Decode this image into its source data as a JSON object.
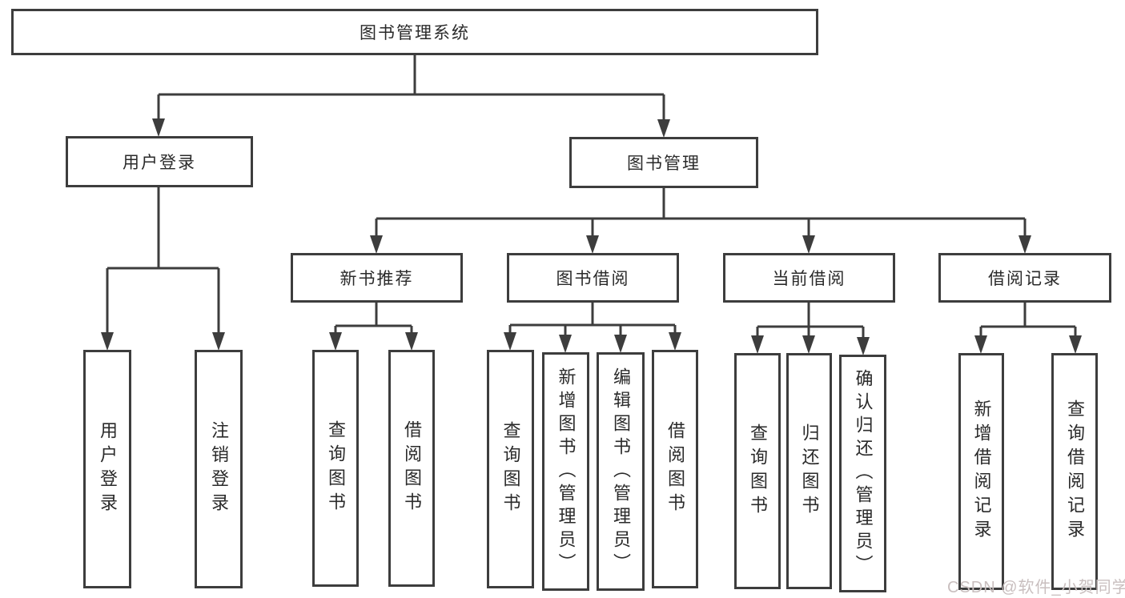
{
  "diagram_title": "图书管理系统",
  "nodes": {
    "root": {
      "label": "图书管理系统"
    },
    "user_login": {
      "label": "用户登录"
    },
    "book_mgmt": {
      "label": "图书管理"
    },
    "new_book_rec": {
      "label": "新书推荐"
    },
    "book_borrow": {
      "label": "图书借阅"
    },
    "current_borrow": {
      "label": "当前借阅"
    },
    "borrow_records": {
      "label": "借阅记录"
    },
    "leaf_user_login": {
      "label": "用户登录"
    },
    "leaf_logout": {
      "label": "注销登录"
    },
    "leaf_query_books_rec": {
      "label": "查询图书"
    },
    "leaf_borrow_books_rec": {
      "label": "借阅图书"
    },
    "leaf_query_books_borrow": {
      "label": "查询图书"
    },
    "leaf_add_books": {
      "label": "新增图书（管理员）"
    },
    "leaf_edit_books": {
      "label": "编辑图书（管理员）"
    },
    "leaf_borrow_books": {
      "label": "借阅图书"
    },
    "leaf_query_books_current": {
      "label": "查询图书"
    },
    "leaf_return_books": {
      "label": "归还图书"
    },
    "leaf_confirm_return": {
      "label": "确认归还（管理员）"
    },
    "leaf_add_borrow_record": {
      "label": "新增借阅记录"
    },
    "leaf_query_borrow_record": {
      "label": "查询借阅记录"
    }
  },
  "hierarchy": {
    "图书管理系统": {
      "用户登录": [
        "用户登录",
        "注销登录"
      ],
      "图书管理": {
        "新书推荐": [
          "查询图书",
          "借阅图书"
        ],
        "图书借阅": [
          "查询图书",
          "新增图书（管理员）",
          "编辑图书（管理员）",
          "借阅图书"
        ],
        "当前借阅": [
          "查询图书",
          "归还图书",
          "确认归还（管理员）"
        ],
        "借阅记录": [
          "新增借阅记录",
          "查询借阅记录"
        ]
      }
    }
  },
  "watermark": {
    "text": "CSDN @软件_小贺同学"
  },
  "colors": {
    "line": "#3d3d3d",
    "text": "#2a2a2a",
    "watermark": "#c9bfbf",
    "background": "#ffffff"
  }
}
